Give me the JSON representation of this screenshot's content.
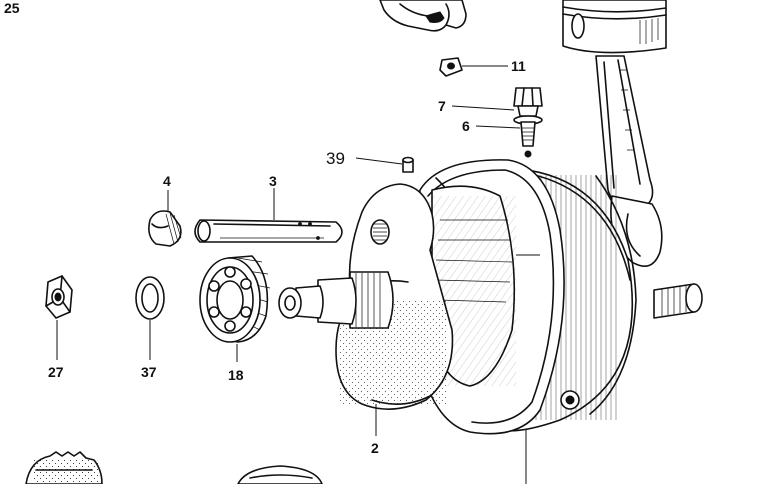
{
  "figure": {
    "page_number": "25",
    "callouts": [
      {
        "id": "c11",
        "text": "11"
      },
      {
        "id": "c7",
        "text": "7"
      },
      {
        "id": "c6",
        "text": "6"
      },
      {
        "id": "c39",
        "text": "39"
      },
      {
        "id": "c4",
        "text": "4"
      },
      {
        "id": "c3",
        "text": "3"
      },
      {
        "id": "c27",
        "text": "27"
      },
      {
        "id": "c37",
        "text": "37"
      },
      {
        "id": "c18",
        "text": "18"
      },
      {
        "id": "c2",
        "text": "2"
      }
    ]
  }
}
